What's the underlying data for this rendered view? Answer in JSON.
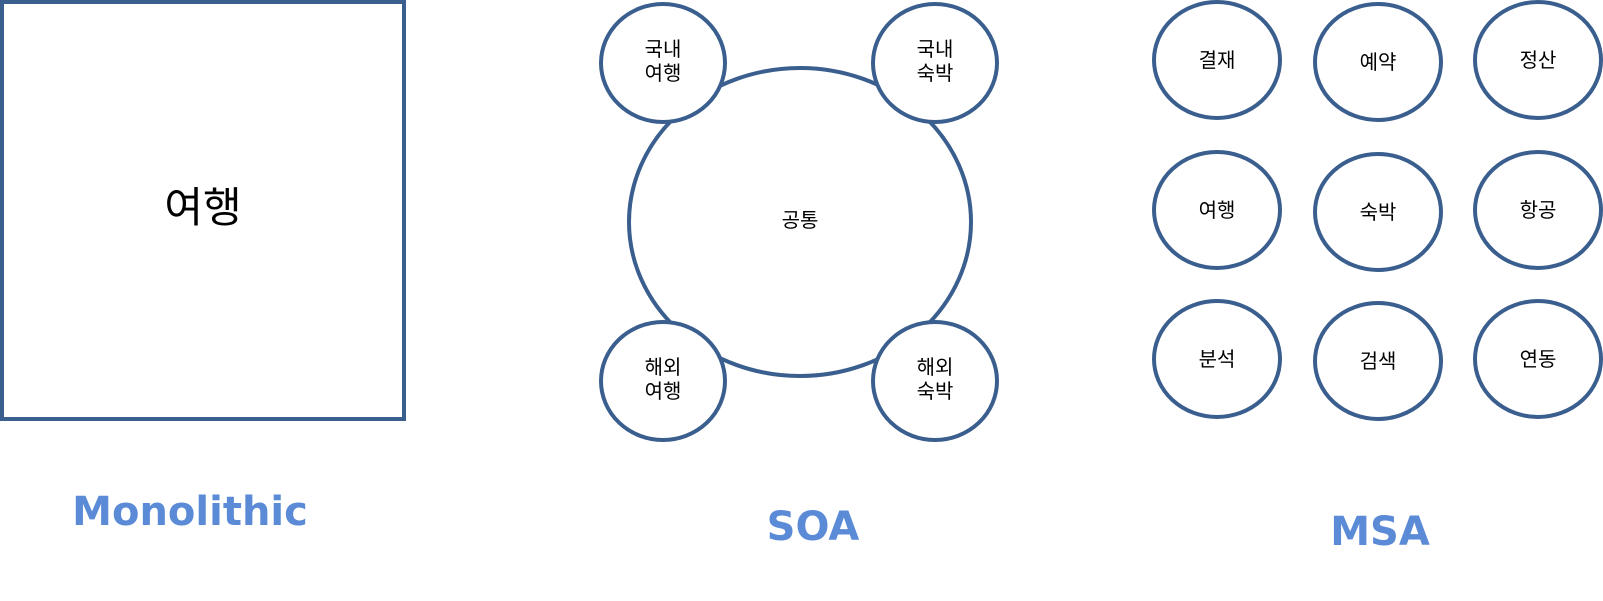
{
  "monolithic": {
    "title": "Monolithic",
    "box_label": "여행"
  },
  "soa": {
    "title": "SOA",
    "center_label": "공통",
    "nodes": [
      {
        "line1": "국내",
        "line2": "여행"
      },
      {
        "line1": "국내",
        "line2": "숙박"
      },
      {
        "line1": "해외",
        "line2": "여행"
      },
      {
        "line1": "해외",
        "line2": "숙박"
      }
    ]
  },
  "msa": {
    "title": "MSA",
    "services": [
      "결재",
      "예약",
      "정산",
      "여행",
      "숙박",
      "항공",
      "분석",
      "검색",
      "연동"
    ]
  },
  "colors": {
    "stroke": "#3a5f8f",
    "title": "#5b8ad6"
  }
}
